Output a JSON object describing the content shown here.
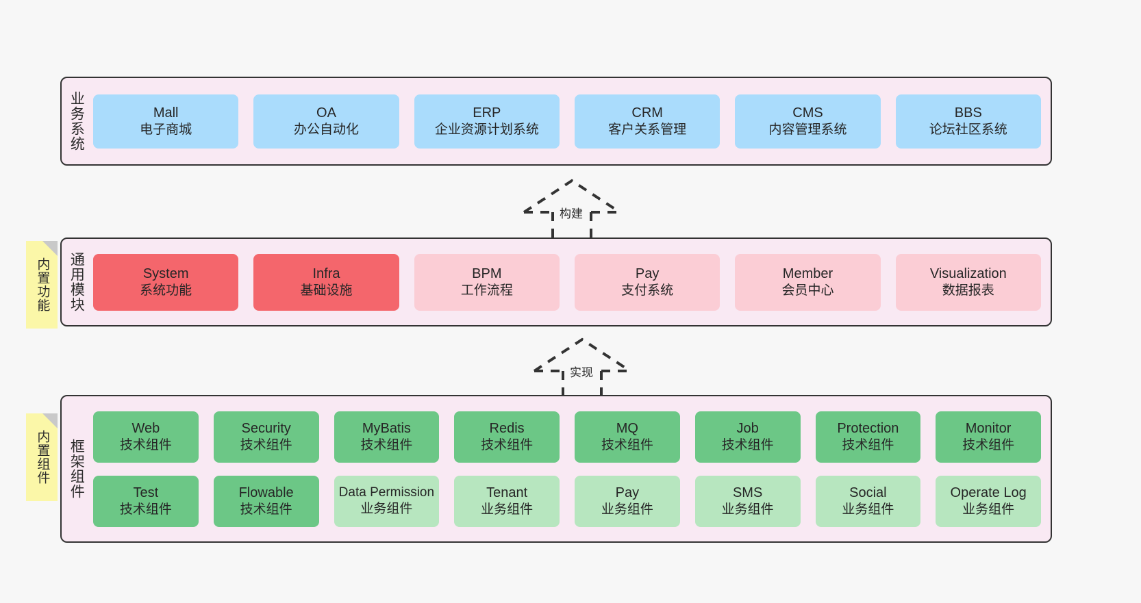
{
  "diagram": {
    "title": "System Architecture Layers",
    "background": "#f7f7f7",
    "band_fill": "#f9e9f3",
    "band_border": "#333333"
  },
  "bands": [
    {
      "label": "业务系统",
      "rows": [
        [
          {
            "en": "Mall",
            "cn": "电子商城",
            "color": "#aadcfc"
          },
          {
            "en": "OA",
            "cn": "办公自动化",
            "color": "#aadcfc"
          },
          {
            "en": "ERP",
            "cn": "企业资源计划系统",
            "color": "#aadcfc"
          },
          {
            "en": "CRM",
            "cn": "客户关系管理",
            "color": "#aadcfc"
          },
          {
            "en": "CMS",
            "cn": "内容管理系统",
            "color": "#aadcfc"
          },
          {
            "en": "BBS",
            "cn": "论坛社区系统",
            "color": "#aadcfc"
          }
        ]
      ]
    },
    {
      "label": "通用模块",
      "note": "内置功能",
      "rows": [
        [
          {
            "en": "System",
            "cn": "系统功能",
            "color": "#f4666c"
          },
          {
            "en": "Infra",
            "cn": "基础设施",
            "color": "#f4666c"
          },
          {
            "en": "BPM",
            "cn": "工作流程",
            "color": "#fbcdd5"
          },
          {
            "en": "Pay",
            "cn": "支付系统",
            "color": "#fbcdd5"
          },
          {
            "en": "Member",
            "cn": "会员中心",
            "color": "#fbcdd5"
          },
          {
            "en": "Visualization",
            "cn": "数据报表",
            "color": "#fbcdd5"
          }
        ]
      ]
    },
    {
      "label": "框架组件",
      "note": "内置组件",
      "rows": [
        [
          {
            "en": "Web",
            "cn": "技术组件",
            "color": "#6cc786"
          },
          {
            "en": "Security",
            "cn": "技术组件",
            "color": "#6cc786"
          },
          {
            "en": "MyBatis",
            "cn": "技术组件",
            "color": "#6cc786"
          },
          {
            "en": "Redis",
            "cn": "技术组件",
            "color": "#6cc786"
          },
          {
            "en": "MQ",
            "cn": "技术组件",
            "color": "#6cc786"
          },
          {
            "en": "Job",
            "cn": "技术组件",
            "color": "#6cc786"
          },
          {
            "en": "Protection",
            "cn": "技术组件",
            "color": "#6cc786"
          },
          {
            "en": "Monitor",
            "cn": "技术组件",
            "color": "#6cc786"
          }
        ],
        [
          {
            "en": "Test",
            "cn": "技术组件",
            "color": "#6cc786"
          },
          {
            "en": "Flowable",
            "cn": "技术组件",
            "color": "#6cc786"
          },
          {
            "en": "Data Permission",
            "cn": "业务组件",
            "color": "#b7e6bf"
          },
          {
            "en": "Tenant",
            "cn": "业务组件",
            "color": "#b7e6bf"
          },
          {
            "en": "Pay",
            "cn": "业务组件",
            "color": "#b7e6bf"
          },
          {
            "en": "SMS",
            "cn": "业务组件",
            "color": "#b7e6bf"
          },
          {
            "en": "Social",
            "cn": "业务组件",
            "color": "#b7e6bf"
          },
          {
            "en": "Operate Log",
            "cn": "业务组件",
            "color": "#b7e6bf"
          }
        ]
      ]
    }
  ],
  "connectors": [
    {
      "label": "构建"
    },
    {
      "label": "实现"
    }
  ]
}
